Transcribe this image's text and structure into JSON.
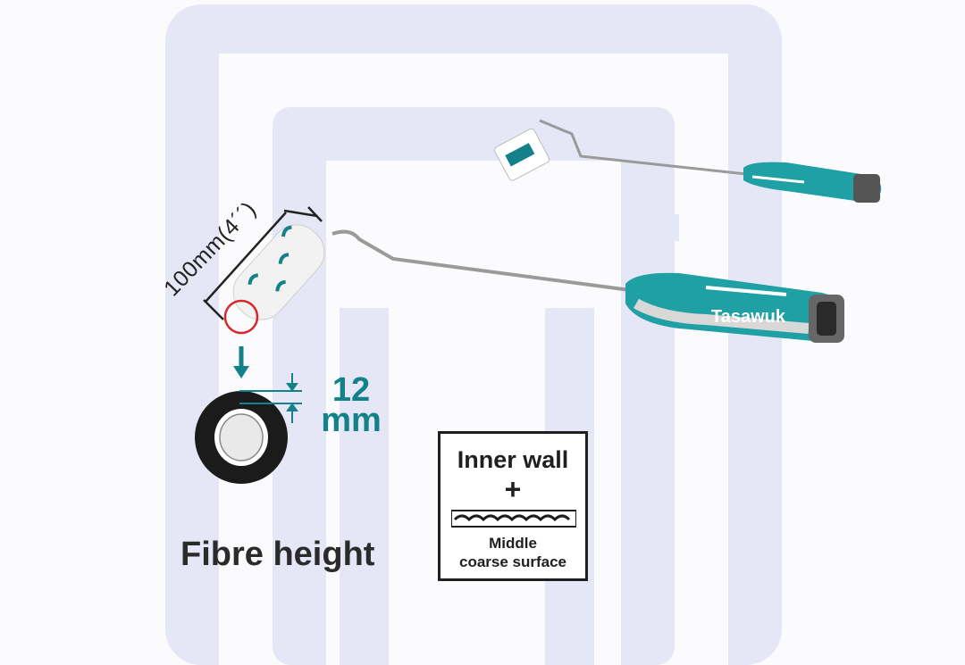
{
  "product": {
    "dimension_label": "100mm(4´´)",
    "fibre_size_value": "12",
    "fibre_size_unit": "mm",
    "fibre_height_label": "Fibre height",
    "brand_on_handle": "Tasawuk"
  },
  "badge": {
    "line1": "Inner wall",
    "line2": "+",
    "line3": "Middle",
    "line4": "coarse surface"
  },
  "colors": {
    "accent_teal": "#13818a",
    "watermark": "#e3e4f4",
    "red_circle": "#d9262b"
  }
}
